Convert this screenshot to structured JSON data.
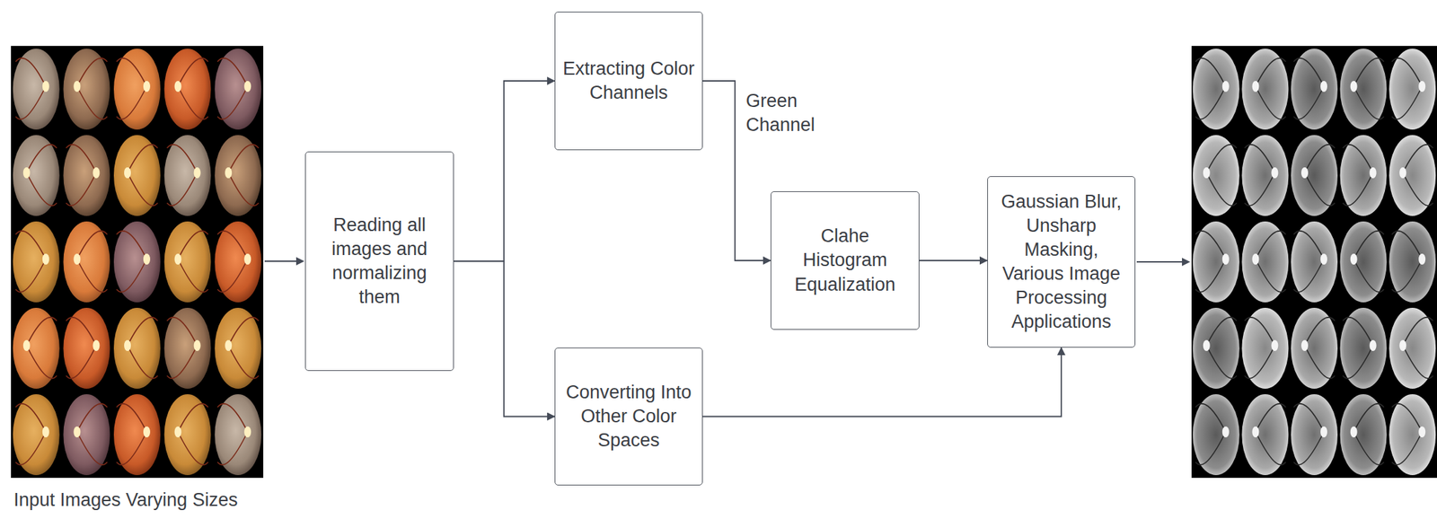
{
  "diagram": {
    "nodes": [
      {
        "text": [
          "Reading all images and normalizing them"
        ]
      },
      {
        "text": [
          "Extracting Color Channels"
        ]
      },
      {
        "text": [
          "Converting Into Other Color Spaces"
        ]
      },
      {
        "text": [
          "Clahe Histogram Equalization"
        ]
      },
      {
        "text": [
          "Gaussian Blur, Unsharp Masking, Various Image Processing Applications"
        ]
      }
    ],
    "edges": [
      {
        "from": 0,
        "to": 1,
        "arrow": "to"
      },
      {
        "from": 0,
        "to": 2,
        "arrow": "to"
      },
      {
        "from": 1,
        "to": 3,
        "label": "Green Channel",
        "arrow": "to"
      },
      {
        "from": 3,
        "to": 4,
        "arrow": "to"
      },
      {
        "from": 2,
        "to": 4,
        "arrow": "to"
      }
    ],
    "labels": [
      "Input Images Varying Sizes"
    ]
  }
}
